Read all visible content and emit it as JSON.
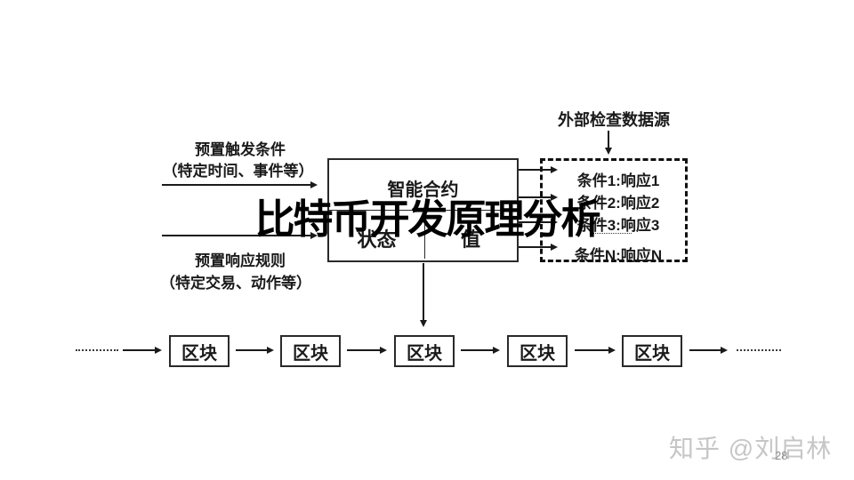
{
  "title": "比特币开发原理分析",
  "left_labels": {
    "trigger_line1": "预置触发条件",
    "trigger_line2": "（特定时间、事件等）",
    "response_line1": "预置响应规则",
    "response_line2": "（特定交易、动作等）"
  },
  "contract": {
    "header": "智能合约",
    "state": "状态",
    "value": "值"
  },
  "external_source": {
    "label": "外部检查数据源"
  },
  "conditions": {
    "rows": [
      "条件1:响应1",
      "条件2:响应2",
      "条件3:响应3",
      "条件N:响应N"
    ]
  },
  "chain": {
    "blocks": [
      "区块",
      "区块",
      "区块",
      "区块",
      "区块"
    ]
  },
  "footer": {
    "watermark": "知乎 @刘启林",
    "page_number": "28"
  },
  "colors": {
    "ink": "#1a1a1a",
    "title": "#000000",
    "watermark": "#c6c6c6",
    "page_number": "#8f8f8f",
    "background": "#ffffff"
  }
}
